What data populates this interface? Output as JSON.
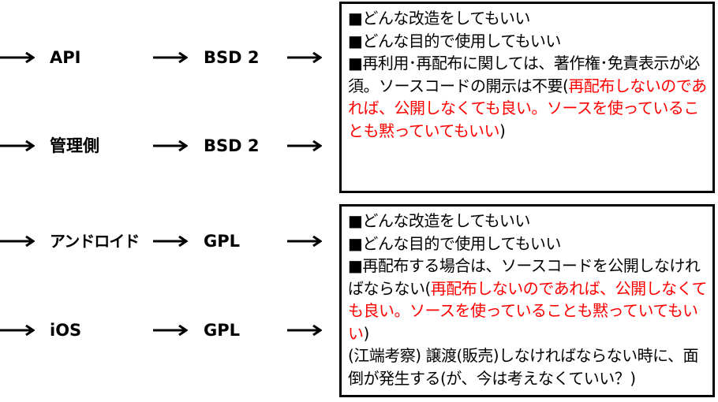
{
  "colors": {
    "text": "#000000",
    "highlight": "#ff0000",
    "border": "#000000"
  },
  "arrow_icon": "right-arrow-icon",
  "rows": [
    {
      "source": "API",
      "license": "BSD 2"
    },
    {
      "source": "管理側",
      "license": "BSD 2"
    },
    {
      "source": "アンドロイド",
      "license": "GPL"
    },
    {
      "source": "iOS",
      "license": "GPL"
    }
  ],
  "bsd_box": {
    "line1": "■どんな改造をしてもいい",
    "line2": "■どんな目的で使用してもいい",
    "line3_black": "■再利用･再配布に関しては、著作権･免責表示が必須。ソースコードの開示は不要(",
    "line3_red": "再配布しないのであれば、公開しなくても良い。ソースを使っていることも黙っていてもいい",
    "line3_close": ")"
  },
  "gpl_box": {
    "line1": "■どんな改造をしてもいい",
    "line2": "■どんな目的で使用してもいい",
    "line3_black": "■再配布する場合は、ソースコードを公開しなければならない(",
    "line3_red": "再配布しないのであれば、公開しなくても良い。ソースを使っていることも黙っていてもいい",
    "line3_close": ")",
    "note": "(江端考察) 譲渡(販売)しなければならない時に、面倒が発生する(が、今は考えなくていい？)"
  }
}
